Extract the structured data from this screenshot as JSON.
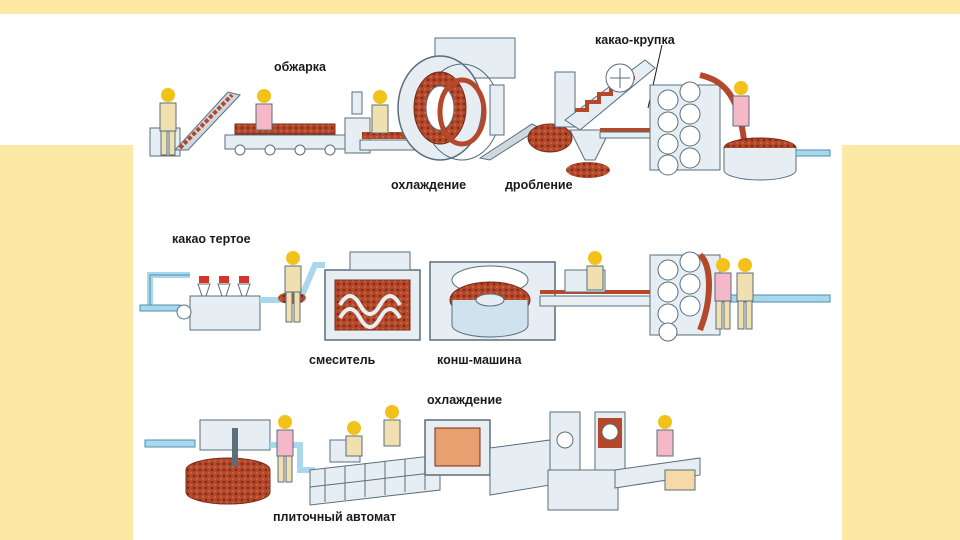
{
  "labels": {
    "obzharka": "обжарка",
    "kakao_krupka": "какао-крупка",
    "okhlazhdenie_1": "охлаждение",
    "droblenie": "дробление",
    "kakao_tertoe": "какао тертое",
    "smesitel": "смеситель",
    "konsh_mashina": "конш-машина",
    "okhlazhdenie_2": "охлаждение",
    "plitochny_avtomat": "плиточный автомат"
  },
  "colors": {
    "frame": "#fce9a6",
    "pipe": "#a9d8ec",
    "pipe_stroke": "#4a8fb0",
    "machine": "#e6eef4",
    "machine_stroke": "#5a6e7c",
    "cocoa": "#b4482a",
    "cocoa_dark": "#7a2a18",
    "worker_helmet": "#f2c21a",
    "worker_body": "#f0e0b0",
    "worker_pink": "#f4b8c8"
  }
}
